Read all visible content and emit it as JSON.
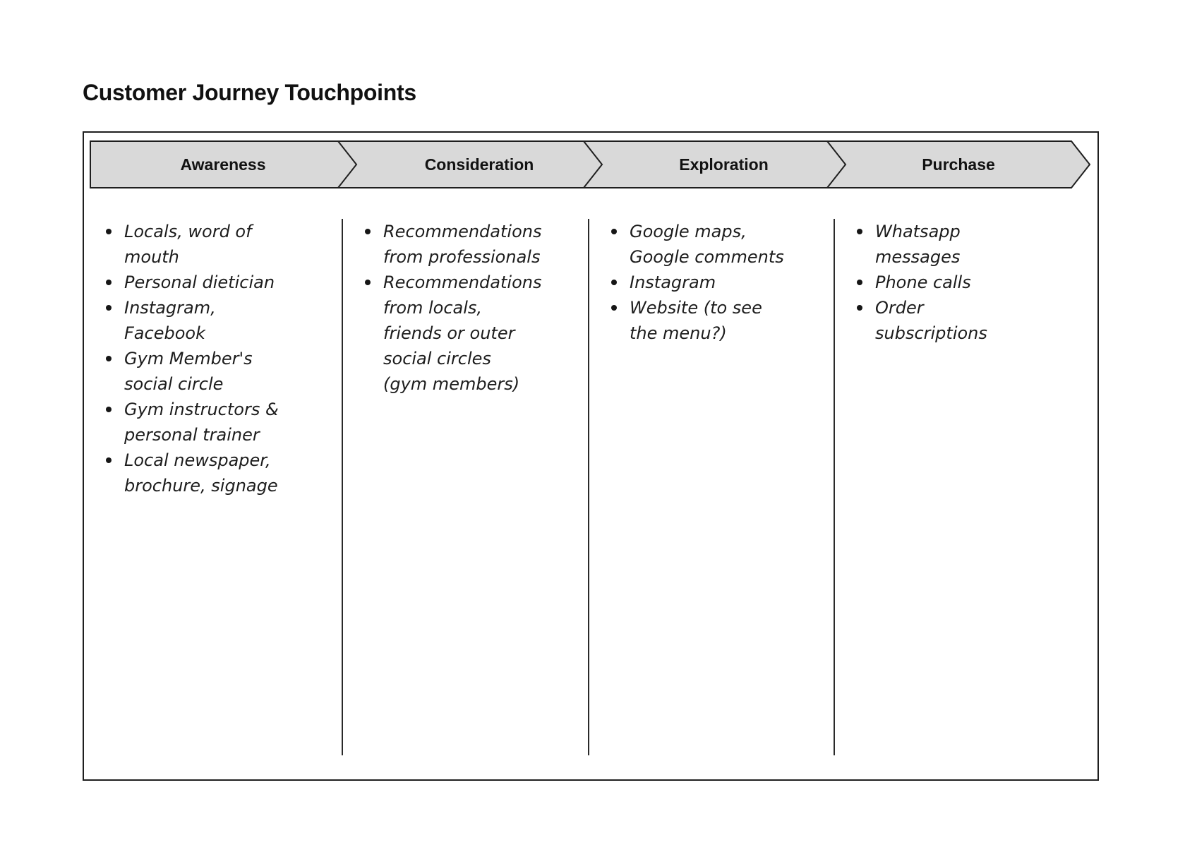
{
  "title": "Customer Journey Touchpoints",
  "colors": {
    "banner_fill": "#d9d9d9",
    "banner_border": "#1f1f1f",
    "board_border": "#1f1f1f"
  },
  "stages": [
    {
      "label": "Awareness",
      "items": [
        "Locals, word of\nmouth",
        "Personal dietician",
        "Instagram,\nFacebook",
        "Gym Member's\nsocial circle",
        "Gym instructors &\npersonal trainer",
        "Local newspaper,\nbrochure, signage"
      ]
    },
    {
      "label": "Consideration",
      "items": [
        "Recommendations\nfrom professionals",
        "Recommendations\nfrom locals,\nfriends or outer\nsocial circles\n(gym members)"
      ]
    },
    {
      "label": "Exploration",
      "items": [
        "Google maps,\nGoogle comments",
        "Instagram",
        "Website (to see\nthe menu?)"
      ]
    },
    {
      "label": "Purchase",
      "items": [
        "Whatsapp\nmessages",
        "Phone calls",
        "Order\nsubscriptions"
      ]
    }
  ]
}
